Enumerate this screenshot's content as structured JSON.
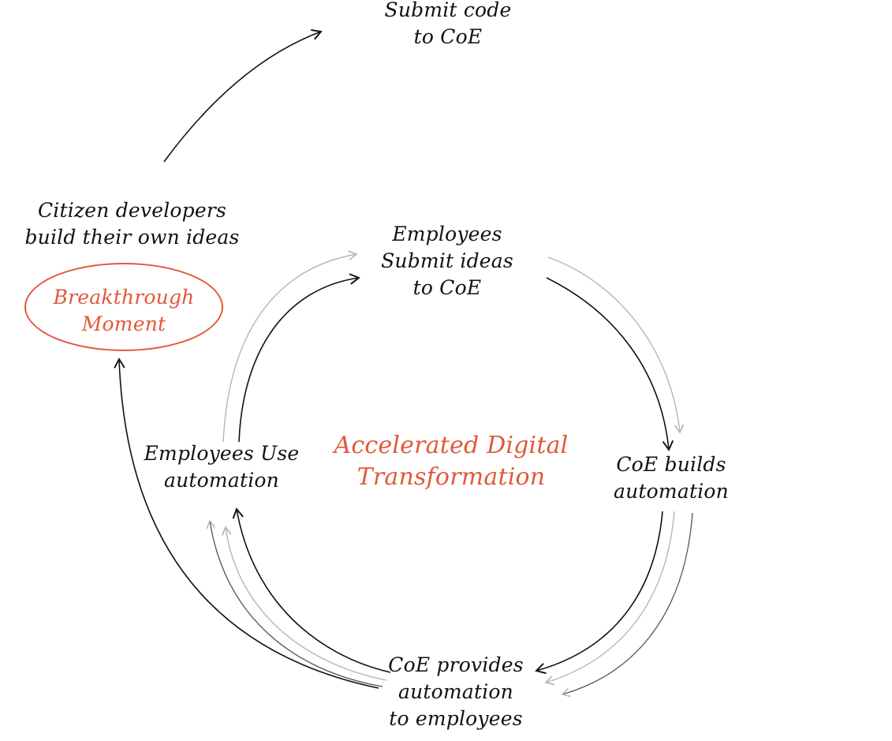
{
  "colors": {
    "ink": "#111111",
    "accent": "#e2583a",
    "faint_arrow": "#b5b5b5"
  },
  "nodes": {
    "submit_code": {
      "lines": [
        "Submit code",
        "to CoE"
      ]
    },
    "citizen_devs": {
      "lines": [
        "Citizen developers",
        "build their own ideas"
      ]
    },
    "breakthrough": {
      "lines": [
        "Breakthrough",
        "Moment"
      ]
    },
    "employees_submit": {
      "lines": [
        "Employees",
        "Submit ideas",
        "to CoE"
      ]
    },
    "center": {
      "lines": [
        "Accelerated Digital",
        "Transformation"
      ]
    },
    "employees_use": {
      "lines": [
        "Employees Use",
        "automation"
      ]
    },
    "coe_builds": {
      "lines": [
        "CoE builds",
        "automation"
      ]
    },
    "coe_provides": {
      "lines": [
        "CoE provides",
        "automation",
        "to employees"
      ]
    }
  }
}
